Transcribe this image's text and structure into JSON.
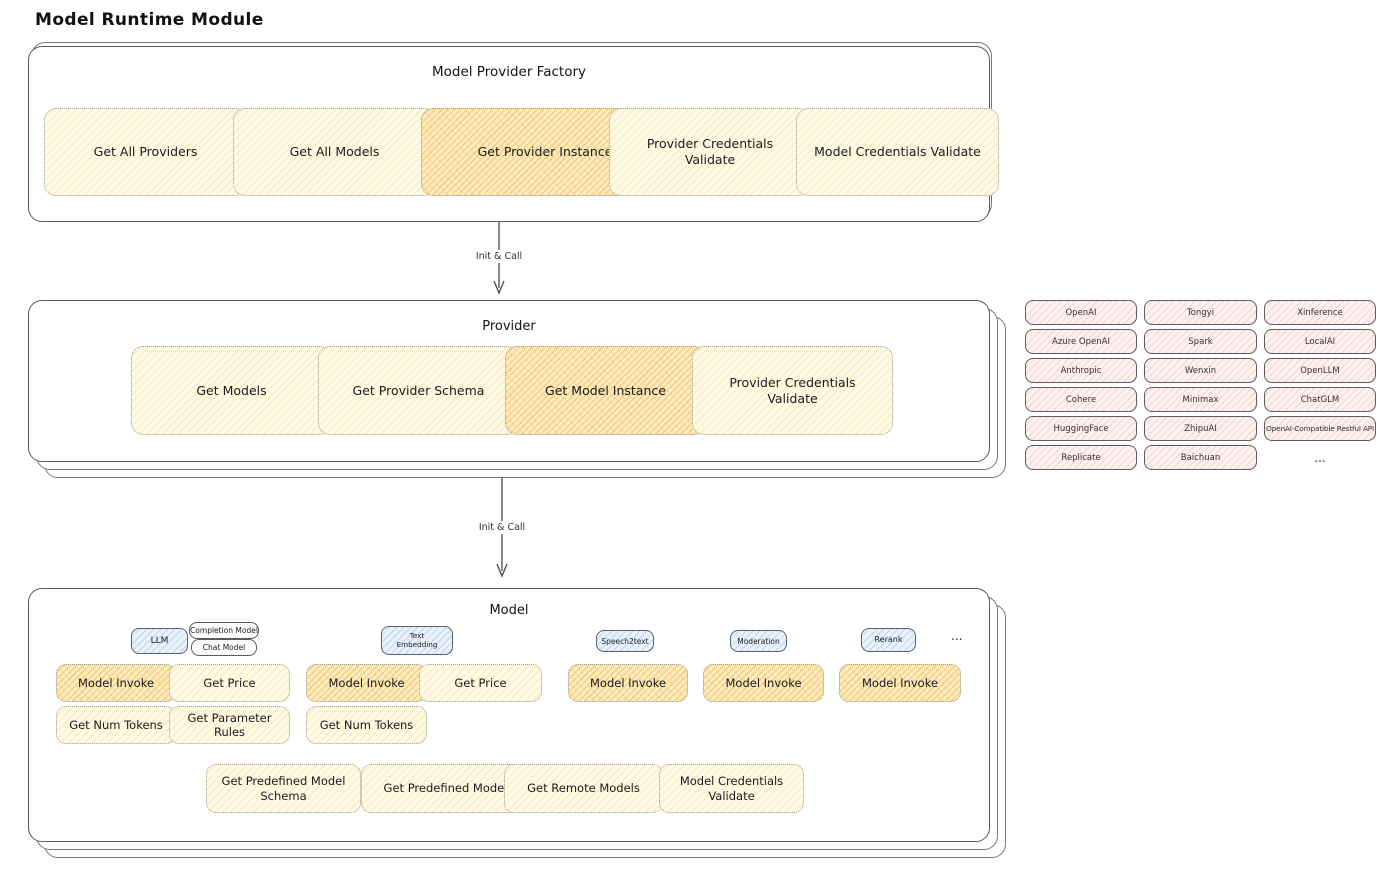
{
  "title": "Model Runtime Module",
  "arrow_label": "Init & Call",
  "colors": {
    "cream_fill": "#fefae8",
    "orange_fill": "#fbeec6",
    "pink_fill": "#fdf2f1",
    "blue_fill": "#e9f2fb",
    "ink": "#1b1b1b"
  },
  "factory": {
    "title": "Model Provider Factory",
    "buttons": [
      "Get All Providers",
      "Get All Models",
      "Get Provider Instance",
      "Provider Credentials Validate",
      "Model Credentials Validate"
    ]
  },
  "provider": {
    "title": "Provider",
    "buttons": [
      "Get Models",
      "Get Provider Schema",
      "Get Model Instance",
      "Provider Credentials Validate"
    ]
  },
  "providers_grid": {
    "items": [
      "OpenAI",
      "Tongyi",
      "Xinference",
      "Azure OpenAI",
      "Spark",
      "LocalAI",
      "Anthropic",
      "Wenxin",
      "OpenLLM",
      "Cohere",
      "Minimax",
      "ChatGLM",
      "HuggingFace",
      "ZhipuAI",
      "OpenAI-Compatible Restful API",
      "Replicate",
      "Baichuan"
    ],
    "more": "..."
  },
  "model": {
    "title": "Model",
    "tabs": [
      "LLM",
      "Text Embedding",
      "Speech2text",
      "Moderation",
      "Rerank"
    ],
    "llm_sub_tabs": [
      "Completion Model",
      "Chat Model"
    ],
    "more": "...",
    "actions": {
      "model_invoke": "Model Invoke",
      "get_price": "Get Price",
      "get_num_tokens": "Get Num Tokens",
      "get_parameter_rules": "Get Parameter Rules",
      "get_predefined_model_schema": "Get Predefined Model Schema",
      "get_predefined_models": "Get Predefined Models",
      "get_remote_models": "Get Remote Models",
      "model_credentials_validate": "Model Credentials Validate"
    }
  }
}
